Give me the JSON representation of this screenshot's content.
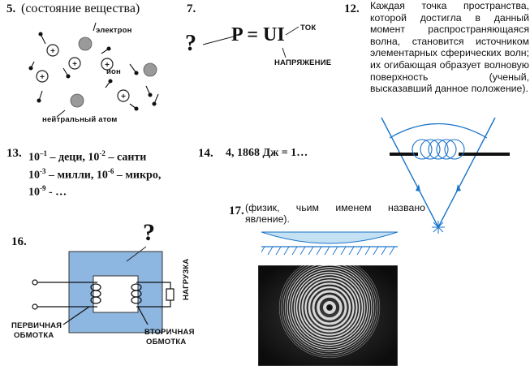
{
  "q5": {
    "number": "5.",
    "title": "(состояние вещества)",
    "label_electron": "электрон",
    "label_ion": "ион",
    "label_neutral": "нейтральный атом"
  },
  "q7": {
    "number": "7.",
    "question_mark": "?",
    "formula": "P = UI",
    "label_current": "ТОК",
    "label_voltage": "НАПРЯЖЕНИЕ"
  },
  "q12": {
    "number": "12.",
    "text": "Каждая точка пространства, которой достигла в данный момент распространяющаяся волна, становится источником элементарных сферических волн; их огибающая образует волновую поверхность (ученый, высказавший данное положение)."
  },
  "q13": {
    "number": "13.",
    "line1": {
      "a": "10",
      "a_exp": "–1",
      "b": " – деци, 10",
      "b_exp": "-2",
      "c": " – санти"
    },
    "line2": {
      "a": "10",
      "a_exp": "-3",
      "b": " – милли, 10",
      "b_exp": "-6",
      "c": " – микро,"
    },
    "line3": {
      "a": "10",
      "a_exp": "-9",
      "b": " - …"
    }
  },
  "q14": {
    "number": "14.",
    "text": "4, 1868 Дж = 1…"
  },
  "q16": {
    "number": "16.",
    "question_mark": "?",
    "label_load": "НАГРУЗКА",
    "label_primary_1": "ПЕРВИЧНАЯ",
    "label_primary_2": "ОБМОТКА",
    "label_secondary_1": "ВТОРИЧНАЯ",
    "label_secondary_2": "ОБМОТКА"
  },
  "q17": {
    "number": "17.",
    "text": "(физик, чьим именем названо явление)."
  },
  "colors": {
    "core_blue": "#8db6e0",
    "wave_blue": "#1a73c9",
    "lens_blue": "#c4e0f3",
    "ink": "#111111"
  }
}
